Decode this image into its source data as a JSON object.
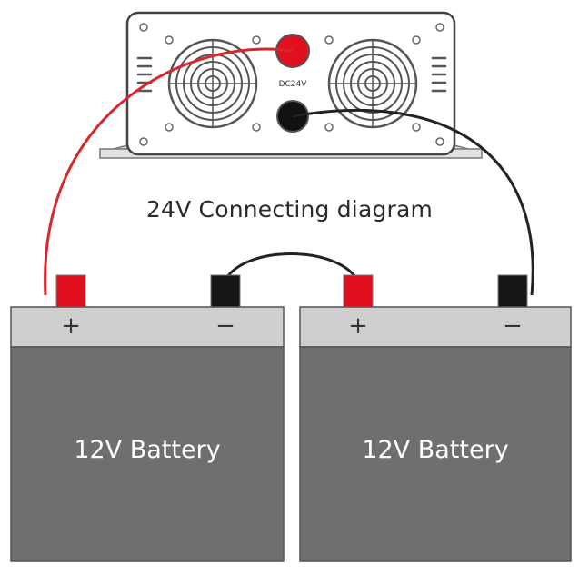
{
  "diagram": {
    "title": "24V Connecting diagram",
    "inverter": {
      "port_label": "DC24V"
    },
    "batteries": [
      {
        "label": "12V Battery",
        "plus": "+",
        "minus": "−"
      },
      {
        "label": "12V Battery",
        "plus": "+",
        "minus": "−"
      }
    ],
    "colors": {
      "positive": "#e0101e",
      "negative": "#1a1a1a",
      "battery_body": "#6f6f6f",
      "battery_top": "#cfcfcf",
      "wire_positive": "#d8262b",
      "wire_negative": "#222222"
    }
  }
}
